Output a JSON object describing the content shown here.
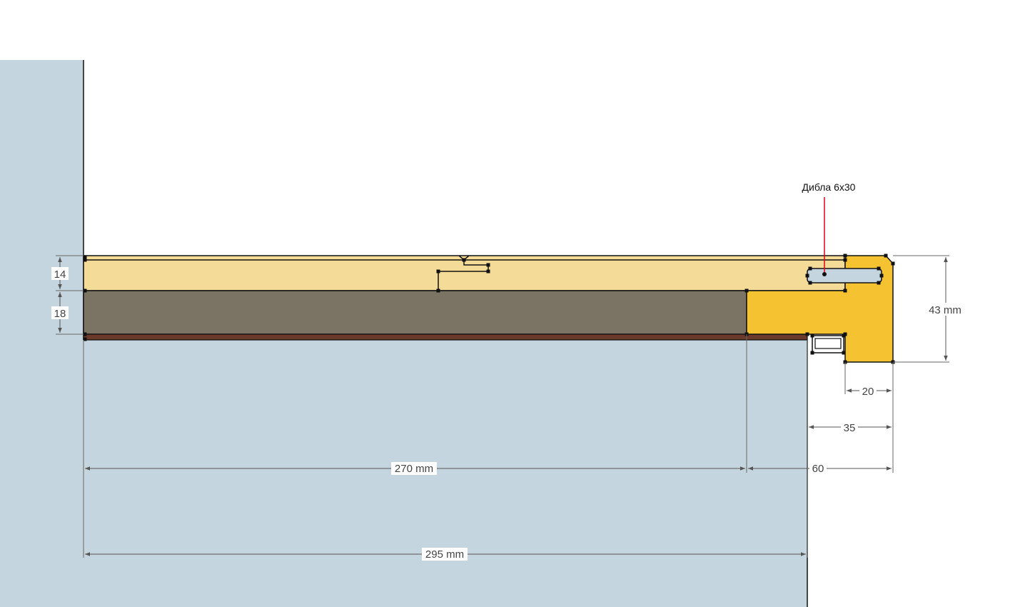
{
  "colors": {
    "wall": "#c5d5df",
    "top_board": "#f5db98",
    "mid_board": "#7b7363",
    "bottom_strip": "#6b3a2a",
    "edge_profile": "#f5c232",
    "dowel": "#c5d5df",
    "leader": "#e3001b",
    "outline": "#111111"
  },
  "annotation": {
    "note_label": "Дибла 6x30"
  },
  "dimensions": {
    "top_thickness": "14",
    "mid_thickness": "18",
    "total_height": "43 mm",
    "profile_width": "20",
    "profile_overhang": "35",
    "profile_total": "60",
    "board_length": "270 mm",
    "overall_length": "295 mm"
  }
}
